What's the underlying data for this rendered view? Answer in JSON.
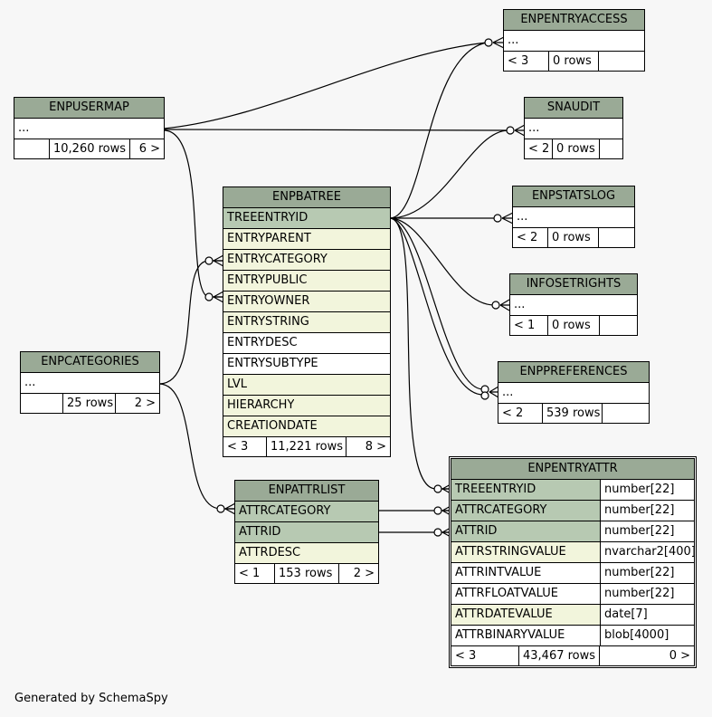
{
  "tables": {
    "enpentryaccess": {
      "name": "ENPENTRYACCESS",
      "placeholder": "...",
      "footer": [
        "< 3",
        "0 rows",
        ""
      ]
    },
    "snaudit": {
      "name": "SNAUDIT",
      "placeholder": "...",
      "footer": [
        "< 2",
        "0 rows",
        ""
      ]
    },
    "enpusermap": {
      "name": "ENPUSERMAP",
      "placeholder": "...",
      "footer": [
        "",
        "10,260 rows",
        "6 >"
      ]
    },
    "enpstatslog": {
      "name": "ENPSTATSLOG",
      "placeholder": "...",
      "footer": [
        "< 2",
        "0 rows",
        ""
      ]
    },
    "infosetrights": {
      "name": "INFOSETRIGHTS",
      "placeholder": "...",
      "footer": [
        "< 1",
        "0 rows",
        ""
      ]
    },
    "enppreferences": {
      "name": "ENPPREFERENCES",
      "placeholder": "...",
      "footer": [
        "< 2",
        "539 rows",
        ""
      ]
    },
    "enpcategories": {
      "name": "ENPCATEGORIES",
      "placeholder": "...",
      "footer": [
        "",
        "25 rows",
        "2 >"
      ]
    },
    "enpbatree": {
      "name": "ENPBATREE",
      "columns": [
        "TREEENTRYID",
        "ENTRYPARENT",
        "ENTRYCATEGORY",
        "ENTRYPUBLIC",
        "ENTRYOWNER",
        "ENTRYSTRING",
        "ENTRYDESC",
        "ENTRYSUBTYPE",
        "LVL",
        "HIERARCHY",
        "CREATIONDATE"
      ],
      "footer": [
        "< 3",
        "11,221 rows",
        "8 >"
      ]
    },
    "enpattrlist": {
      "name": "ENPATTRLIST",
      "columns": [
        "ATTRCATEGORY",
        "ATTRID",
        "ATTRDESC"
      ],
      "footer": [
        "< 1",
        "153 rows",
        "2 >"
      ]
    },
    "enpentryattr": {
      "name": "ENPENTRYATTR",
      "columns": [
        {
          "name": "TREEENTRYID",
          "type": "number[22]"
        },
        {
          "name": "ATTRCATEGORY",
          "type": "number[22]"
        },
        {
          "name": "ATTRID",
          "type": "number[22]"
        },
        {
          "name": "ATTRSTRINGVALUE",
          "type": "nvarchar2[400]"
        },
        {
          "name": "ATTRINTVALUE",
          "type": "number[22]"
        },
        {
          "name": "ATTRFLOATVALUE",
          "type": "number[22]"
        },
        {
          "name": "ATTRDATEVALUE",
          "type": "date[7]"
        },
        {
          "name": "ATTRBINARYVALUE",
          "type": "blob[4000]"
        }
      ],
      "footer": [
        "< 3",
        "43,467 rows",
        "0 >"
      ]
    }
  },
  "footer_text": "Generated by SchemaSpy",
  "colors": {
    "header": "#9aaa96",
    "primary_key": "#b7c9b2",
    "foreign_key": "#f2f5dc",
    "background": "#f7f7f7"
  }
}
